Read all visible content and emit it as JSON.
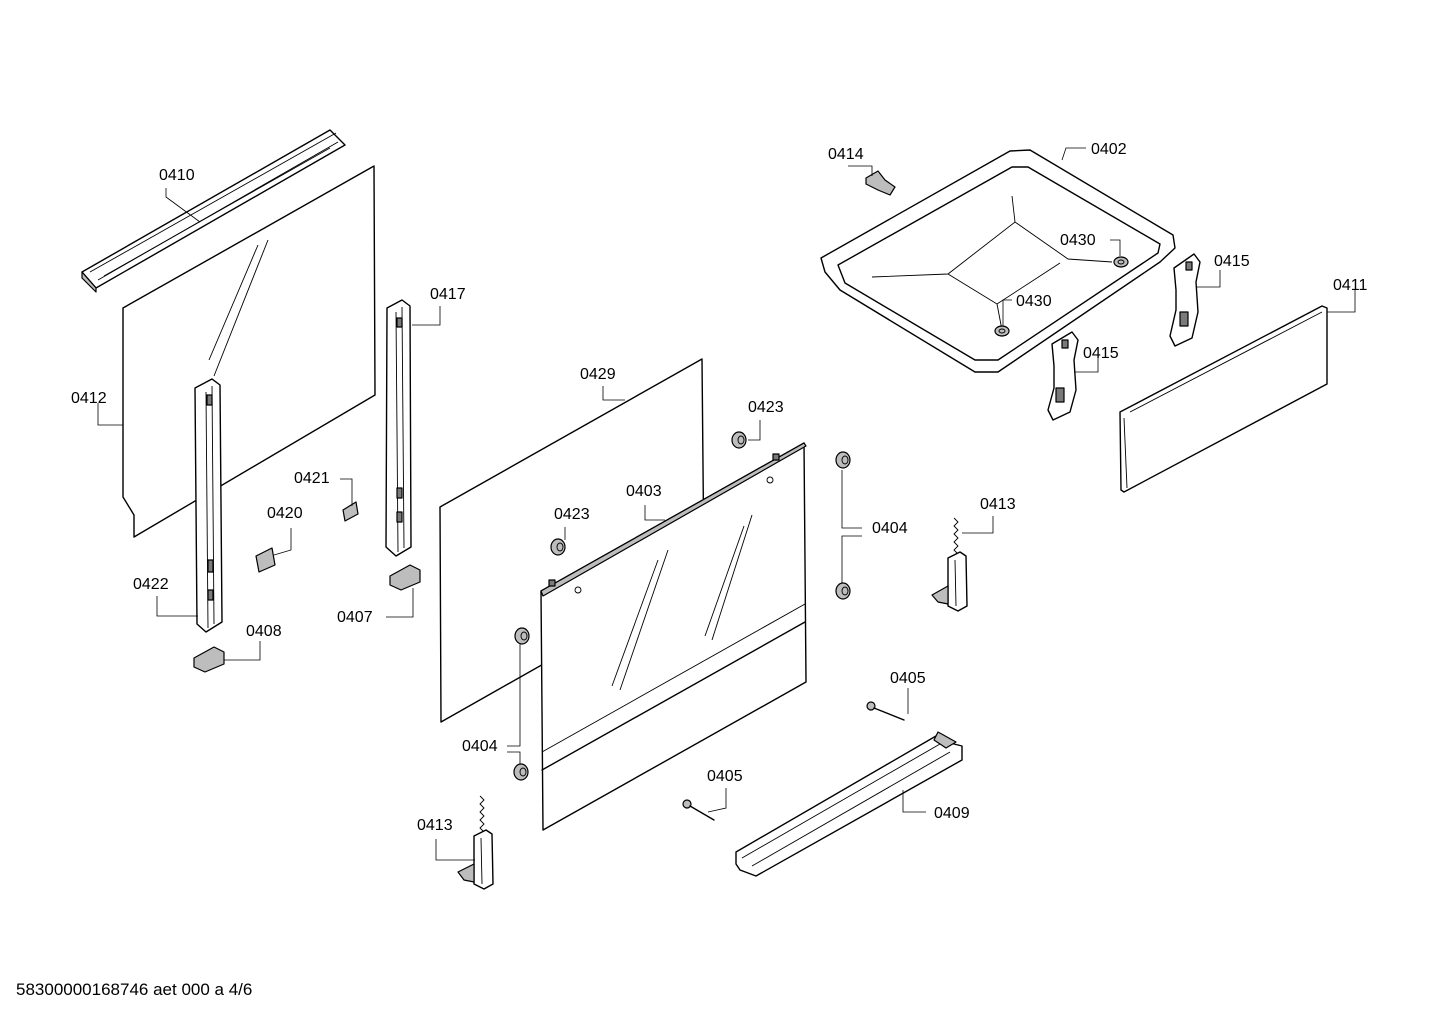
{
  "diagram": {
    "labels": {
      "l0410": "0410",
      "l0412": "0412",
      "l0417": "0417",
      "l0421": "0421",
      "l0420": "0420",
      "l0422": "0422",
      "l0408": "0408",
      "l0407": "0407",
      "l0429": "0429",
      "l0423a": "0423",
      "l0423b": "0423",
      "l0403": "0403",
      "l0404a": "0404",
      "l0404b": "0404",
      "l0414": "0414",
      "l0402": "0402",
      "l0430a": "0430",
      "l0430b": "0430",
      "l0415a": "0415",
      "l0415b": "0415",
      "l0411": "0411",
      "l0413a": "0413",
      "l0413b": "0413",
      "l0405a": "0405",
      "l0405b": "0405",
      "l0409": "0409"
    }
  },
  "footer": {
    "text": "58300000168746 aet 000 a 4/6"
  }
}
